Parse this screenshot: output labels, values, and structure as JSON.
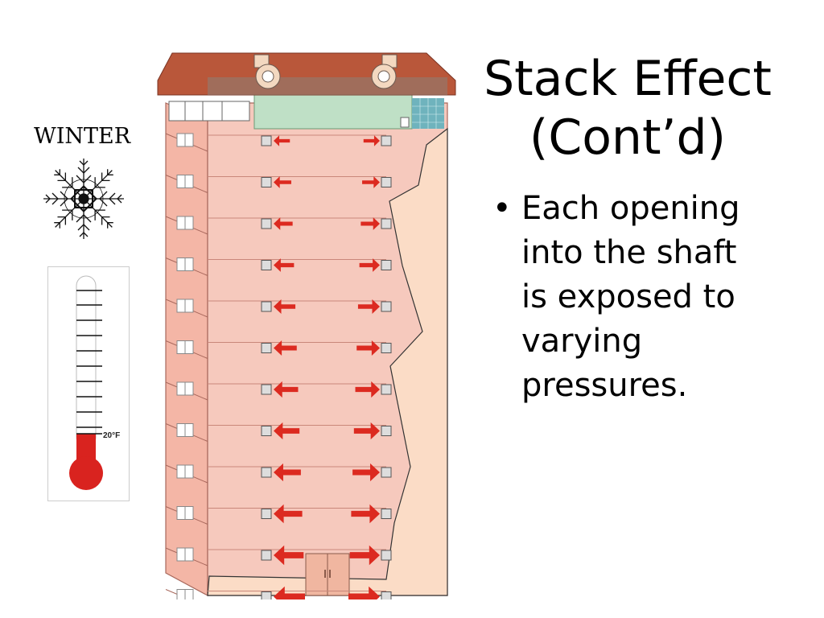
{
  "title": {
    "line1": "Stack Effect",
    "line2": "(Cont’d)"
  },
  "bullets": [
    "Each opening into the shaft is exposed to varying pressures."
  ],
  "diagram": {
    "season_label": "WINTER",
    "thermometer_reading": "20°F",
    "thermometer_level_fraction": 0.22,
    "floor_count": 12,
    "colors": {
      "wall": "#f6c9bd",
      "wall_side": "#f4b6a6",
      "shaft": "#fbdcc6",
      "roof": "#b9573a",
      "arrow": "#dc2a20",
      "top_floor": "#bfe0c6",
      "mercury": "#d9231f"
    }
  }
}
